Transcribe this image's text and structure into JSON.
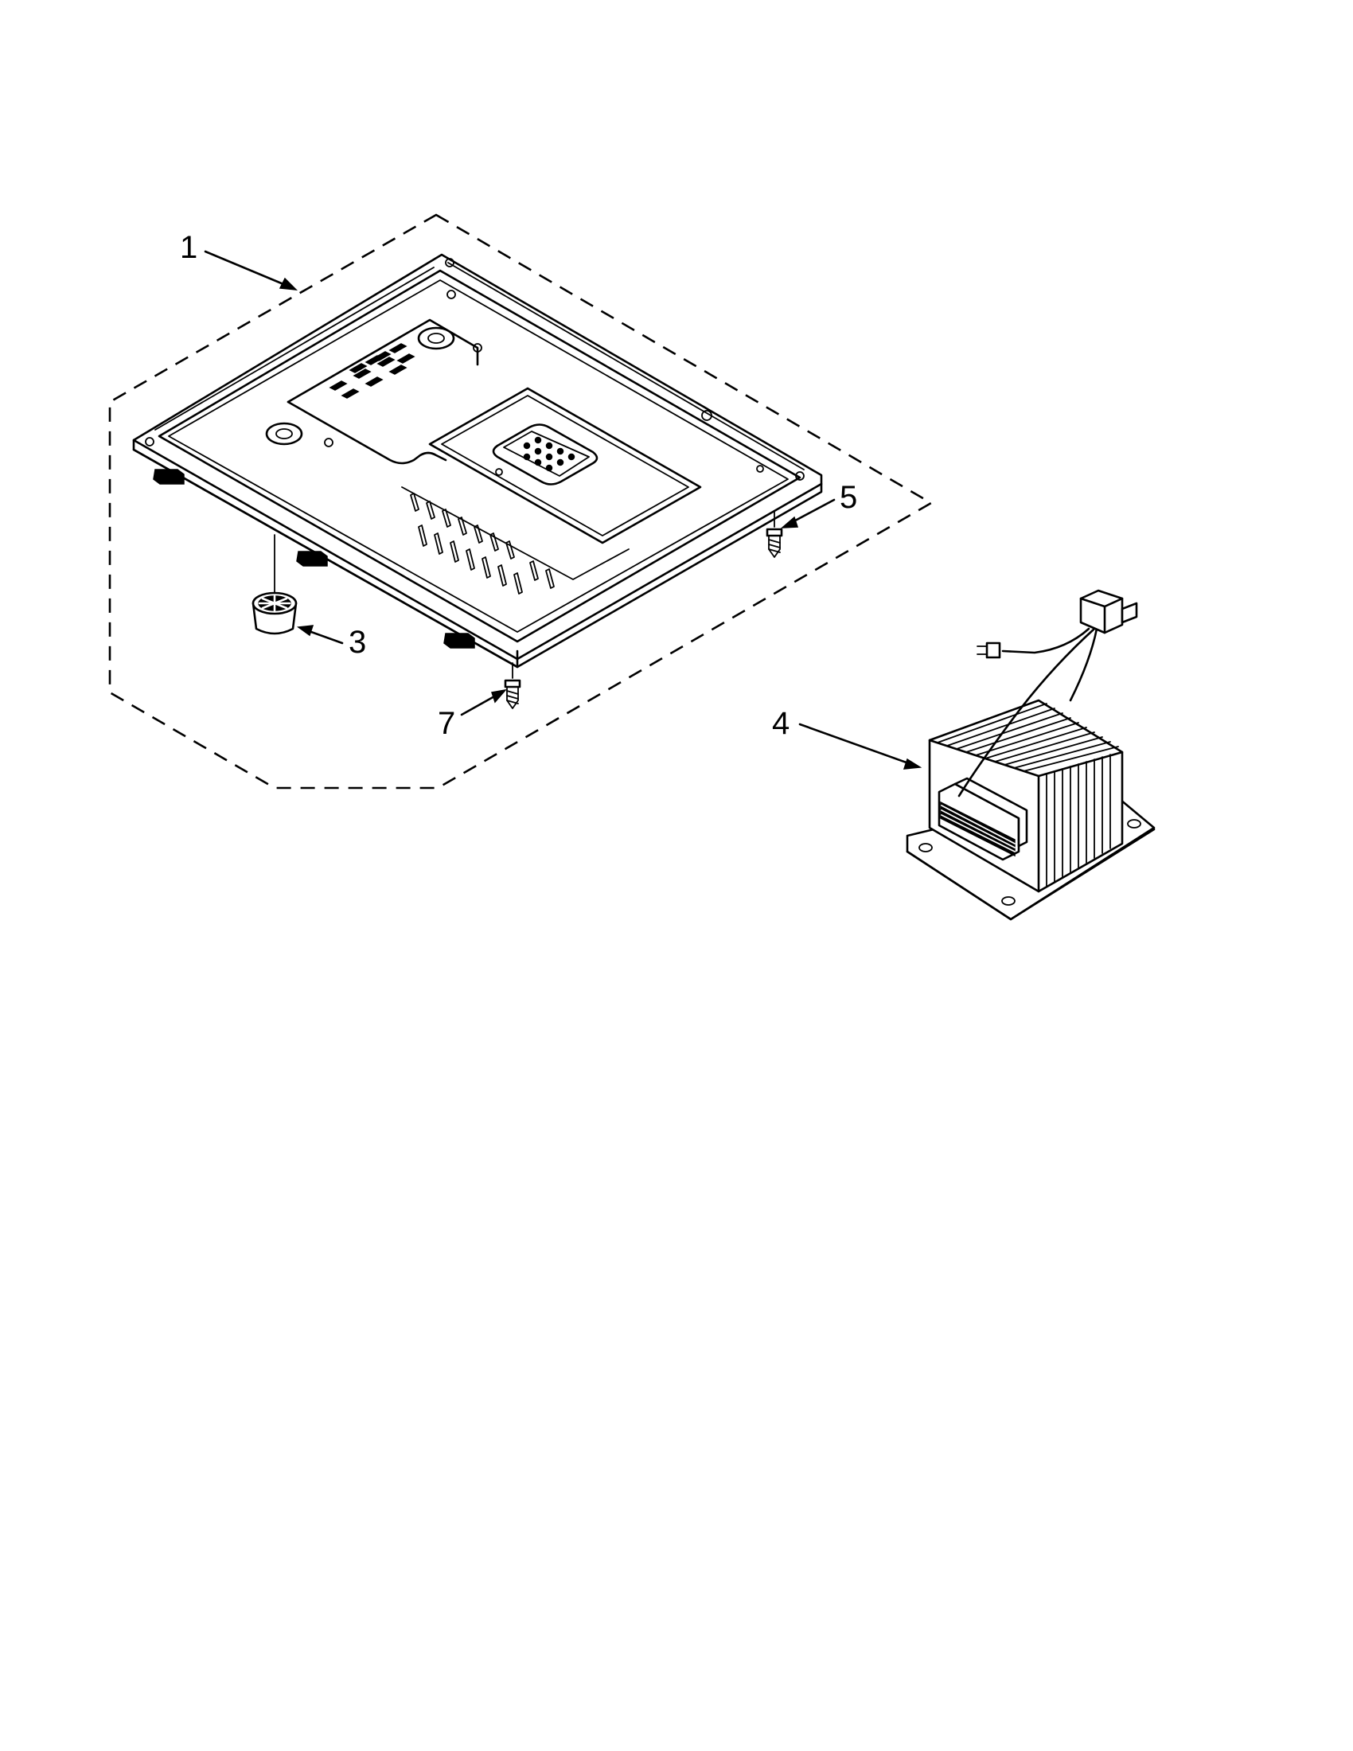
{
  "callouts": {
    "c1": "1",
    "c3": "3",
    "c4": "4",
    "c5": "5",
    "c7": "7"
  },
  "parts": [
    {
      "callout": "1",
      "icon": "base-plate-assembly"
    },
    {
      "callout": "3",
      "icon": "rubber-foot"
    },
    {
      "callout": "4",
      "icon": "high-voltage-transformer"
    },
    {
      "callout": "5",
      "icon": "screw"
    },
    {
      "callout": "7",
      "icon": "screw"
    }
  ]
}
